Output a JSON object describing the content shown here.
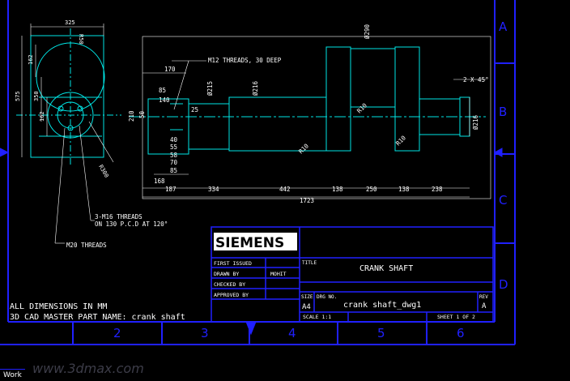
{
  "drawing": {
    "title_label": "TITLE",
    "title_value": "CRANK SHAFT",
    "company_logo": "SIEMENS",
    "size_label": "SIZE",
    "size_value": "A4",
    "dwg_no_label": "DRG NO.",
    "dwg_no_value": "crank shaft_dwg1",
    "rev_label": "REV",
    "rev_value": "A",
    "scale_label": "SCALE 1:1",
    "sheet_label": "SHEET 1 OF 2",
    "approval_rows": [
      {
        "label": "FIRST ISSUED",
        "value": ""
      },
      {
        "label": "DRAWN BY",
        "value": "MOHIT"
      },
      {
        "label": "CHECKED BY",
        "value": ""
      },
      {
        "label": "APPROVED BY",
        "value": ""
      }
    ],
    "notes": [
      "ALL DIMENSIONS IN MM",
      "3D CAD MASTER PART NAME: crank shaft"
    ],
    "row_zones": [
      "A",
      "B",
      "C",
      "D"
    ],
    "col_zones": [
      "2",
      "3",
      "4",
      "5",
      "6"
    ]
  },
  "annotations": {
    "threads_m12": "M12 THREADS, 30 DEEP",
    "threads_m16": [
      "3-M16 THREADS",
      "ON 130 P.C.D AT 120°"
    ],
    "threads_m20": "M20 THREADS",
    "chamfer": "2 X 45°"
  },
  "dimensions": {
    "end_view": {
      "width": "325",
      "overall_height": "575",
      "d162": "162",
      "d350": "350",
      "d162b": "162",
      "r300": "R300",
      "r50": "R50"
    },
    "left_face": {
      "d170": "170",
      "d85": "85",
      "d140": "140",
      "d210": "210",
      "d50": "50",
      "d25": "25",
      "stack": [
        "40",
        "55",
        "58",
        "70",
        "85"
      ],
      "d168": "168",
      "d187": "187"
    },
    "shaft": {
      "dia215": "Ø215",
      "dia216a": "Ø216",
      "dia290": "Ø290",
      "dia216b": "Ø216",
      "r10a": "R10",
      "r10b": "R10",
      "r10c": "R10"
    },
    "lengths": [
      "334",
      "442",
      "138",
      "250",
      "138",
      "238"
    ],
    "overall_length": "1723"
  },
  "statusbar": {
    "label": "Work"
  },
  "watermark": {
    "text": "www.3dmax.com"
  },
  "colors": {
    "background": "#000000",
    "border": "#2020ff",
    "geometry": "#00e5e5",
    "dimension": "#ffffff",
    "title_text": "#ffffff"
  }
}
